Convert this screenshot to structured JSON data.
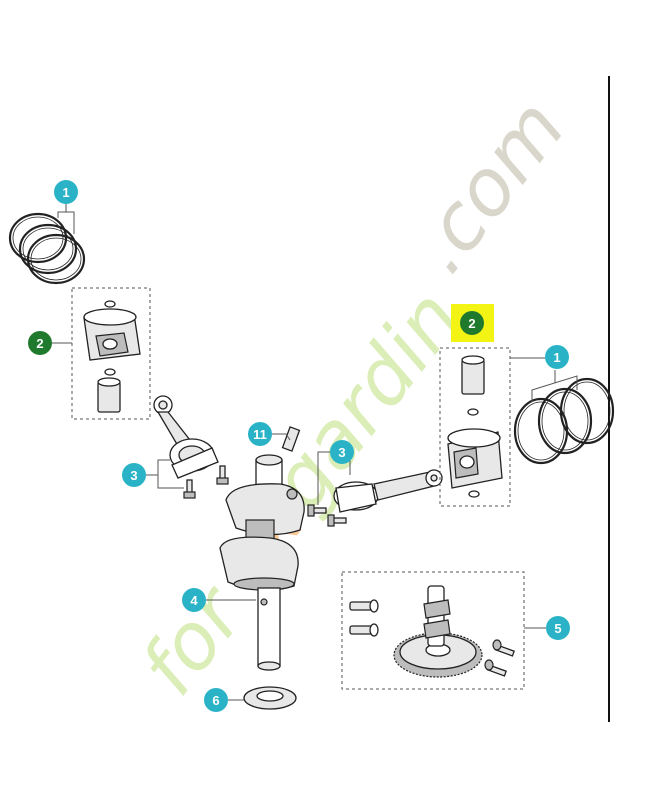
{
  "watermark": {
    "part1": "for",
    "part2": "ex",
    "part3": "gardin",
    "part4": ".com"
  },
  "callouts": {
    "c1_left": "1",
    "c2_left": "2",
    "c3_left": "3",
    "c11": "11",
    "c3_right": "3",
    "c2_right": "2",
    "c1_right": "1",
    "c4": "4",
    "c5": "5",
    "c6": "6"
  },
  "colors": {
    "teal": "#2ab3c6",
    "dark_green": "#1f7a2e",
    "highlight": "#f4f414",
    "watermark_green": "#dbeeb8",
    "watermark_orange": "#f9c99a",
    "watermark_gray": "#d9d6cb"
  }
}
